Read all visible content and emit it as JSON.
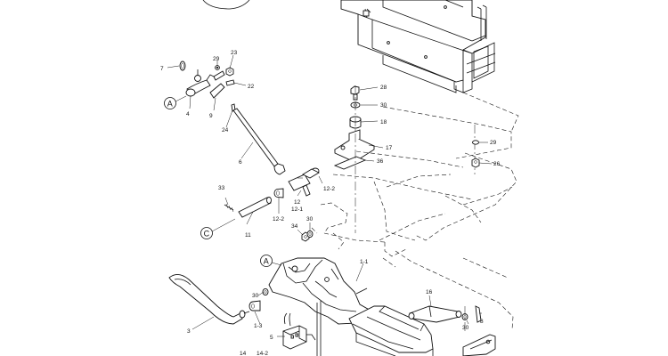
{
  "callouts": {
    "p1_1": "1-1",
    "p1_3": "1-3",
    "p3": "3",
    "p4": "4",
    "p5": "5",
    "p6": "6",
    "p7": "7",
    "p9": "9",
    "p11": "11",
    "p12": "12",
    "p12_1": "12-1",
    "p12_2a": "12-2",
    "p12_2b": "12-2",
    "p14": "14",
    "p14_2": "14-2",
    "p16": "16",
    "p17": "17",
    "p18": "18",
    "p22": "22",
    "p23": "23",
    "p24": "24",
    "p26": "26",
    "p28": "28",
    "p29a": "29",
    "p29b": "29",
    "p30a": "30",
    "p30b": "30",
    "p30c": "30",
    "p30d": "30",
    "p33": "33",
    "p34": "34",
    "p36": "36",
    "p8": "8"
  },
  "reference_marks": {
    "a_top": "A",
    "a_bottom": "A",
    "c_left": "C"
  }
}
